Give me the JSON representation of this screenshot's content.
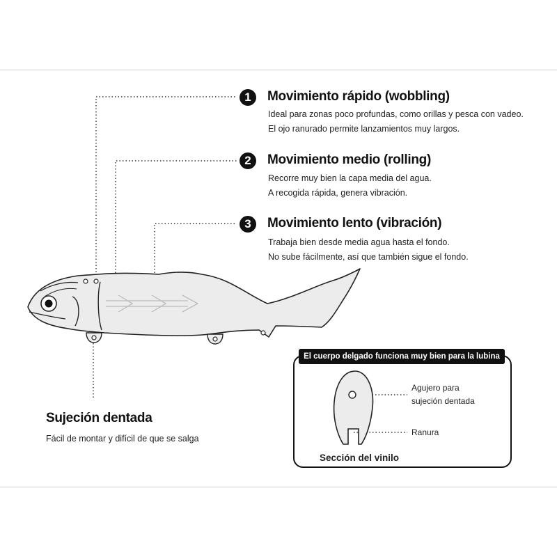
{
  "features": [
    {
      "number": "1",
      "title": "Movimiento rápido (wobbling)",
      "lines": [
        "Ideal para zonas poco profundas, como orillas y pesca con vadeo.",
        "El ojo ranurado permite lanzamientos muy largos."
      ]
    },
    {
      "number": "2",
      "title": "Movimiento medio (rolling)",
      "lines": [
        "Recorre muy bien la capa media del agua.",
        "A recogida rápida, genera vibración."
      ]
    },
    {
      "number": "3",
      "title": "Movimiento lento (vibración)",
      "lines": [
        "Trabaja bien desde media agua hasta el fondo.",
        "No sube fácilmente, así que también sigue el fondo."
      ]
    }
  ],
  "hook_mount": {
    "title": "Sujeción dentada",
    "desc": "Fácil de montar y difícil de que se salga"
  },
  "section": {
    "header": "El cuerpo delgado funciona muy bien para la lubina",
    "hole_label": [
      "Agujero para",
      "sujeción dentada"
    ],
    "slot_label": "Ranura",
    "caption": "Sección del vinilo"
  },
  "colors": {
    "body_fill": "#ececec",
    "outline": "#222222",
    "accent_dark": "#111111"
  }
}
